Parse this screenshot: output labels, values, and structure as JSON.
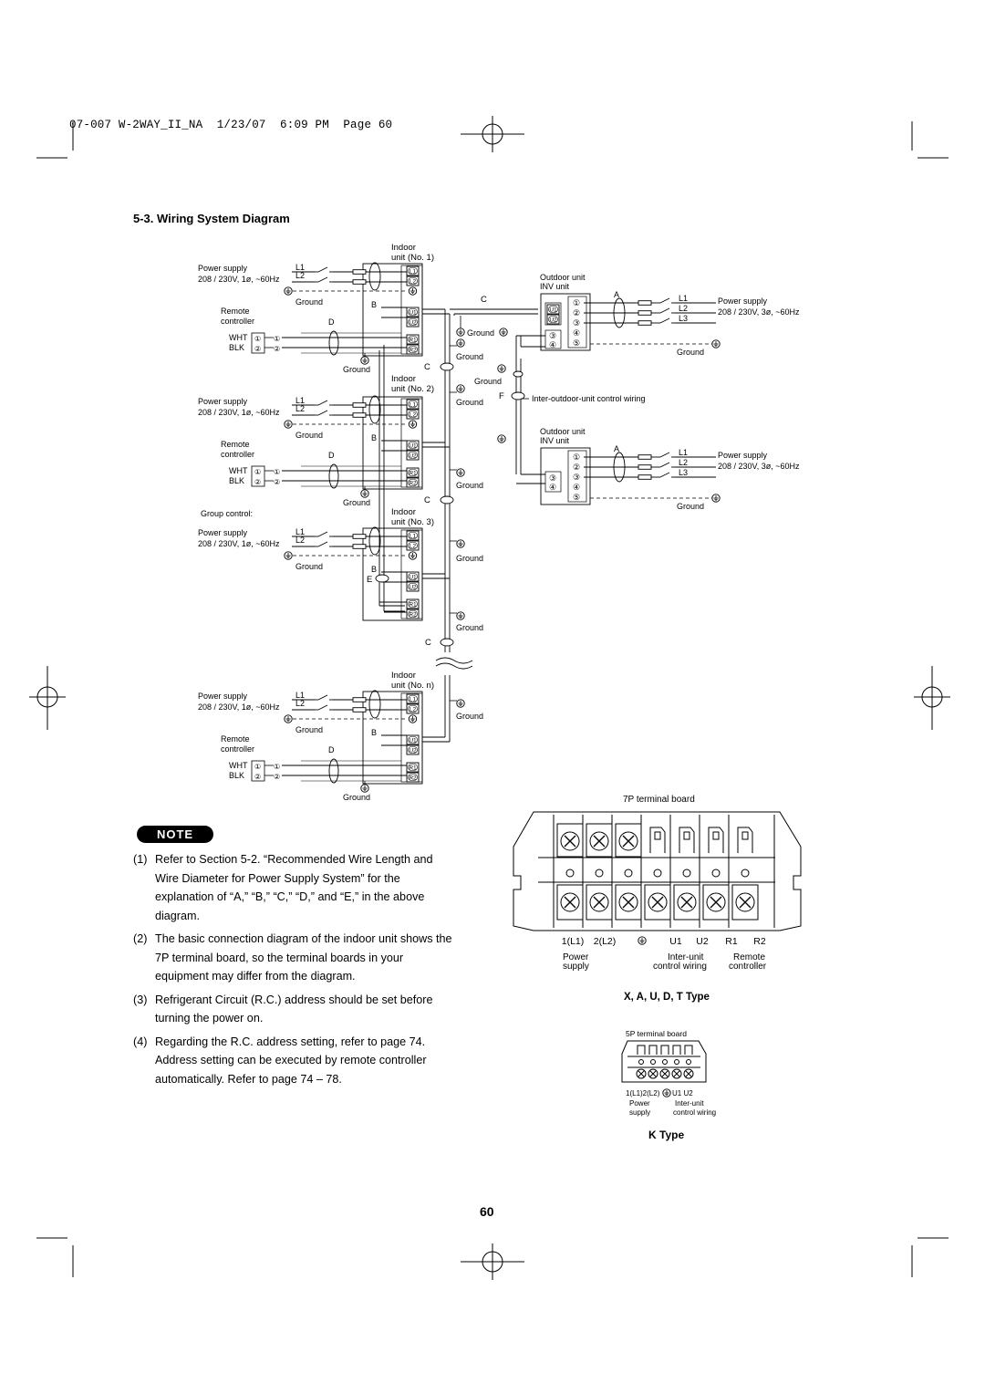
{
  "header": {
    "slug": "07-007 W-2WAY_II_NA  1/23/07  6:09 PM  Page 60",
    "section_title": "5-3. Wiring System Diagram"
  },
  "diagram": {
    "indoor_units": [
      {
        "label_line1": "Indoor",
        "label_line2": "unit (No. 1)"
      },
      {
        "label_line1": "Indoor",
        "label_line2": "unit (No. 2)"
      },
      {
        "label_line1": "Indoor",
        "label_line2": "unit (No. 3)"
      },
      {
        "label_line1": "Indoor",
        "label_line2": "unit (No. n)"
      }
    ],
    "indoor_power_line1": "Power supply",
    "indoor_power_line2": "208 / 230V, 1ø, ~60Hz",
    "remote_line1": "Remote",
    "remote_line2": "controller",
    "wht": "WHT",
    "blk": "BLK",
    "ground": "Ground",
    "group_control": "Group control:",
    "outdoor_line1": "Outdoor unit",
    "outdoor_line2": "INV unit",
    "outdoor_power_line1": "Power supply",
    "outdoor_power_line2": "208 / 230V, 3ø, ~60Hz",
    "inter_outdoor": "Inter-outdoor-unit control wiring",
    "letters": {
      "a": "A",
      "b": "B",
      "c": "C",
      "d": "D",
      "e": "E",
      "f": "F"
    },
    "l1": "L1",
    "l2": "L2",
    "l3": "L3",
    "terminals": {
      "L1": "L1",
      "L2": "L2",
      "U1": "U1",
      "U2": "U2",
      "R1": "R1",
      "R2": "R2"
    }
  },
  "note": {
    "badge": "NOTE",
    "items": [
      {
        "num": "(1)",
        "text": "Refer to Section 5-2. “Recommended Wire Length and Wire Diameter for Power Supply System” for the explanation of “A,” “B,” “C,” “D,” and “E,” in the above diagram."
      },
      {
        "num": "(2)",
        "text": "The basic connection diagram of the indoor unit shows the 7P terminal board, so the terminal boards in your equipment may differ from the diagram."
      },
      {
        "num": "(3)",
        "text": "Refrigerant Circuit (R.C.) address should be set before turning the power on."
      },
      {
        "num": "(4)",
        "text": "Regarding the R.C. address setting, refer to page 74. Address setting can be executed by remote controller automatically. Refer to page 74 – 78."
      }
    ]
  },
  "tb7": {
    "title": "7P terminal board",
    "term_labels": [
      "1(L1)",
      "2(L2)",
      "U1",
      "U2",
      "R1",
      "R2"
    ],
    "power_line1": "Power",
    "power_line2": "supply",
    "interunit_line1": "Inter-unit",
    "interunit_line2": "control  wiring",
    "remote_line1": "Remote",
    "remote_line2": "controller",
    "type": "X, A, U, D, T Type"
  },
  "tb5": {
    "title": "5P terminal board",
    "term_labels": "1(L1)2(L2)",
    "u_labels": "U1  U2",
    "power_line1": "Power",
    "power_line2": "supply",
    "interunit_line1": "Inter-unit",
    "interunit_line2": "control  wiring",
    "type": "K Type"
  },
  "page_number": "60"
}
